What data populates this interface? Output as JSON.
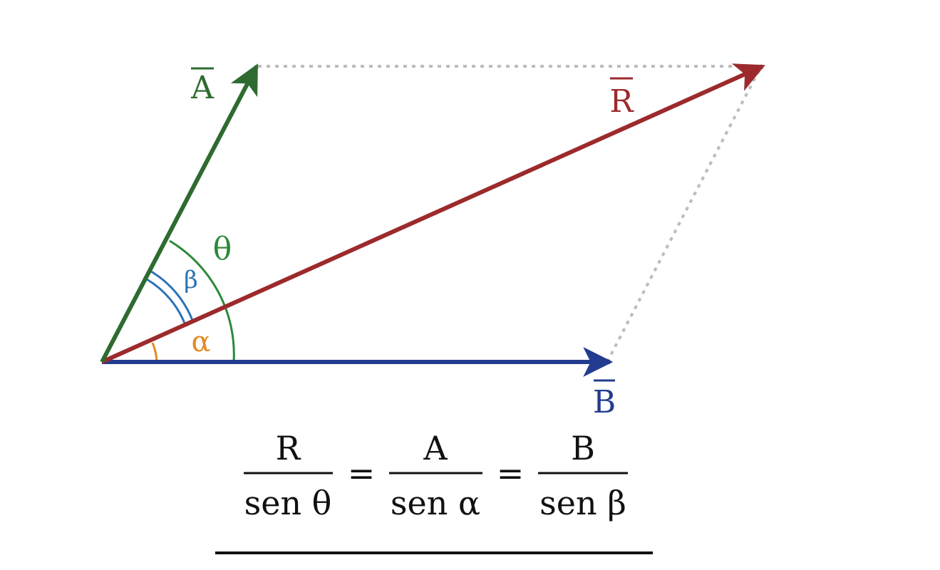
{
  "colors": {
    "vector_a": "#2e6b30",
    "vector_b": "#233c8f",
    "vector_r": "#9c2a2c",
    "angle_theta": "#2b8a3a",
    "angle_beta": "#2a73b5",
    "angle_alpha": "#e58a24",
    "guide": "#bdbdbd",
    "text": "#111111"
  },
  "vectors": {
    "a": {
      "label": "A"
    },
    "b": {
      "label": "B"
    },
    "r": {
      "label": "R"
    }
  },
  "angles": {
    "theta": {
      "symbol": "θ"
    },
    "beta": {
      "symbol": "β"
    },
    "alpha": {
      "symbol": "α"
    }
  },
  "equation": {
    "term1": {
      "numerator": "R",
      "denominator": "sen θ"
    },
    "equals1": "=",
    "term2": {
      "numerator": "A",
      "denominator": "sen α"
    },
    "equals2": "=",
    "term3": {
      "numerator": "B",
      "denominator": "sen β"
    }
  }
}
